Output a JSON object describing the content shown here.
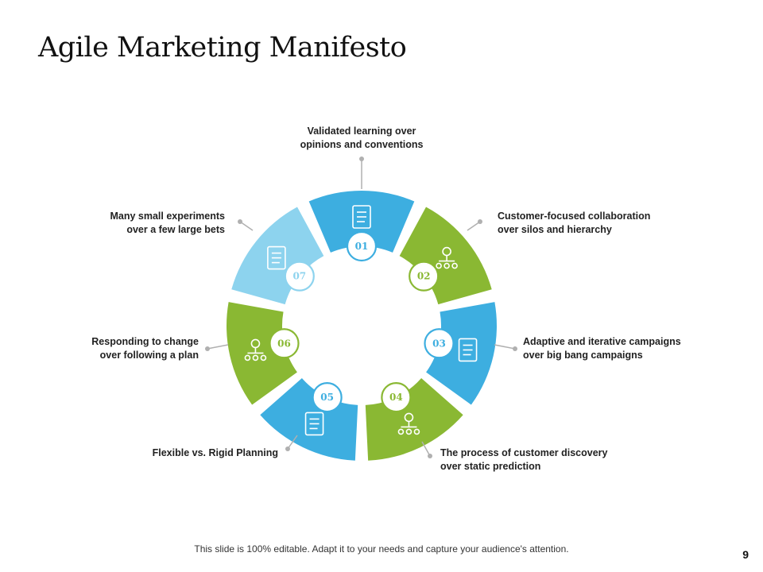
{
  "slide": {
    "title": "Agile Marketing Manifesto",
    "footer": "This slide is 100% editable. Adapt it to your needs and capture your audience's attention.",
    "page_number": "9"
  },
  "colors": {
    "blue": "#3DAEE0",
    "green": "#8AB833",
    "light_blue": "#8DD3EE",
    "pale_green": "#E3EFCD",
    "connector": "#B0B0B0"
  },
  "segments": [
    {
      "number": "01",
      "color": "blue",
      "icon": "org-structure-icon",
      "line1": "Validated learning over",
      "line2": "opinions and conventions"
    },
    {
      "number": "02",
      "color": "green",
      "icon": "team-hierarchy-icon",
      "line1": "Customer-focused  collaboration",
      "line2": "over silos and hierarchy"
    },
    {
      "number": "03",
      "color": "blue",
      "icon": "network-person-icon",
      "line1": "Adaptive and iterative campaigns",
      "line2": "over big bang campaigns"
    },
    {
      "number": "04",
      "color": "green",
      "icon": "process-gear-icon",
      "line1": "The process  of customer discovery",
      "line2": "over static prediction"
    },
    {
      "number": "05",
      "color": "blue",
      "icon": "planning-document-icon",
      "line1": "Flexible vs. Rigid Planning",
      "line2": ""
    },
    {
      "number": "06",
      "color": "green",
      "icon": "checklist-clipboard-icon",
      "line1": "Responding to change",
      "line2": "over following a plan"
    },
    {
      "number": "07",
      "color": "light_blue",
      "icon": "experiment-clipboard-icon",
      "line1": "Many small experiments",
      "line2": "over a few large bets"
    }
  ]
}
